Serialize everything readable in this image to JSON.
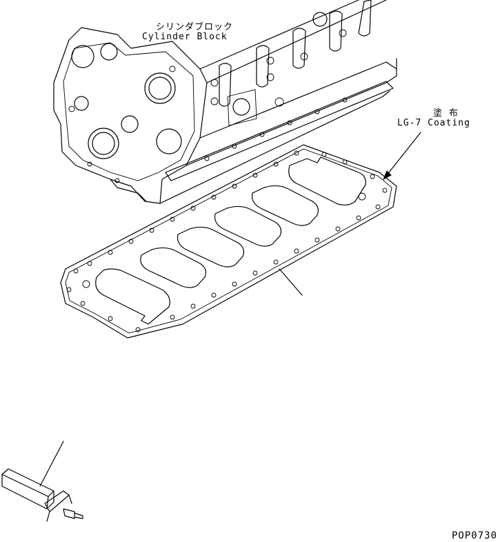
{
  "labels": {
    "cylinder_block_jp": "シリンダブロック",
    "cylinder_block_en": "Cylinder Block",
    "coating_jp": "塗 布",
    "coating_en": "LG-7 Coating",
    "drawing_code": "POP0730"
  },
  "parts": [
    "cylinder-block",
    "oil-pan-gasket",
    "gasket-scraper-tool"
  ]
}
